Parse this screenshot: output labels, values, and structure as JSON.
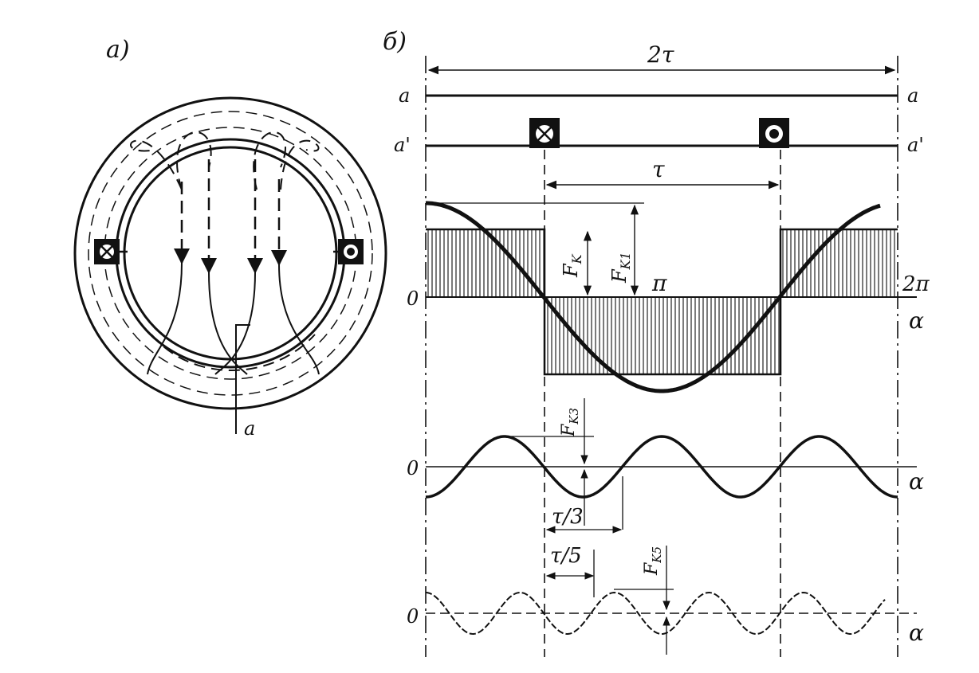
{
  "panel_a": {
    "label": "a)",
    "shaft_label": "a"
  },
  "panel_b": {
    "label": "б)",
    "span_2tau": "2τ",
    "span_tau": "τ",
    "conductor_top_left": "a",
    "conductor_top_right": "a",
    "conductor_bottom_left": "a'",
    "conductor_bottom_right": "a'",
    "mmf": {
      "zero": "0",
      "axis": "α",
      "pi": "π",
      "two_pi": "2π",
      "fk": "F",
      "fk_sub": "K",
      "fk1": "F",
      "fk1_sub": "K1"
    },
    "third": {
      "zero": "0",
      "axis": "α",
      "fk3": "F",
      "fk3_sub": "K3",
      "period": "τ/3"
    },
    "fifth": {
      "zero": "0",
      "axis": "α",
      "fk5": "F",
      "fk5_sub": "K5",
      "period": "τ/5"
    }
  }
}
